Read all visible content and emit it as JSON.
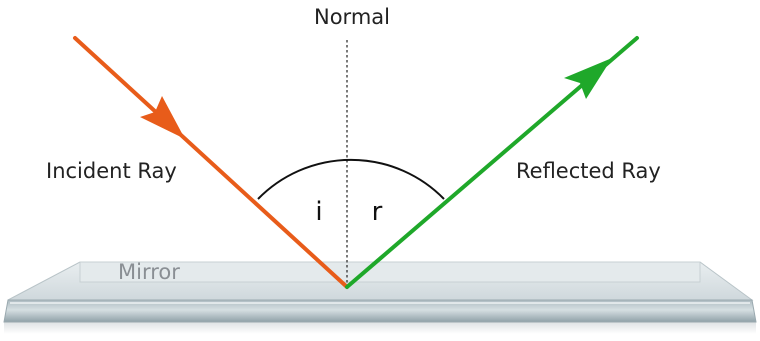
{
  "labels": {
    "normal": "Normal",
    "incident": "Incident Ray",
    "reflected": "Reflected Ray",
    "angle_incidence": "i",
    "angle_reflection": "r",
    "mirror": "Mirror"
  },
  "colors": {
    "incident_ray": "#e85c1a",
    "reflected_ray": "#1fa82a",
    "normal_line": "#333333",
    "arc": "#111111"
  },
  "icons": {
    "incident_arrowhead": "arrowhead-icon",
    "reflected_arrowhead": "arrowhead-icon"
  }
}
